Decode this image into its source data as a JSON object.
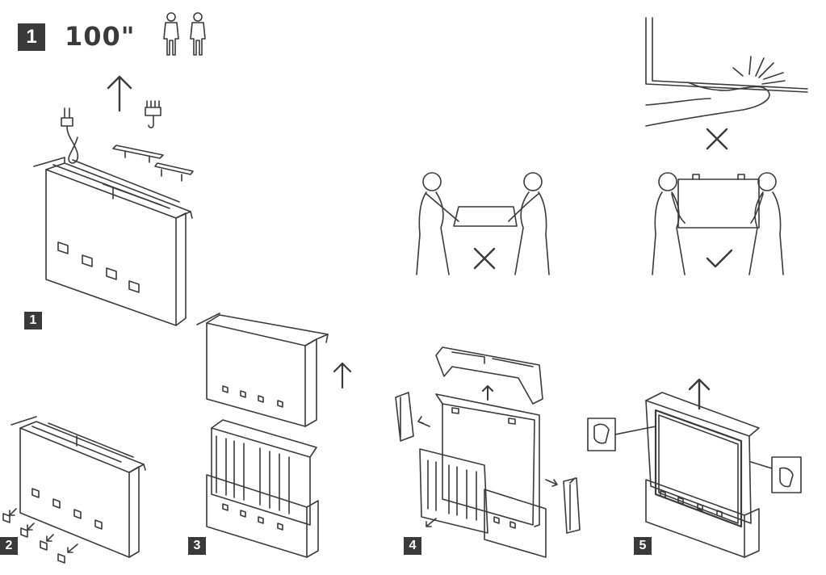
{
  "header": {
    "step_badge": "1",
    "tv_size": "100\""
  },
  "steps": [
    {
      "number": "1"
    },
    {
      "number": "2"
    },
    {
      "number": "3"
    },
    {
      "number": "4"
    },
    {
      "number": "5"
    }
  ],
  "colors": {
    "line": "#3a3a3a",
    "badge_bg": "#3a3a3a",
    "badge_text": "#ffffff"
  },
  "icons": [
    "two-people-icon",
    "up-arrow-icon",
    "cross-mark-icon",
    "check-mark-icon"
  ]
}
